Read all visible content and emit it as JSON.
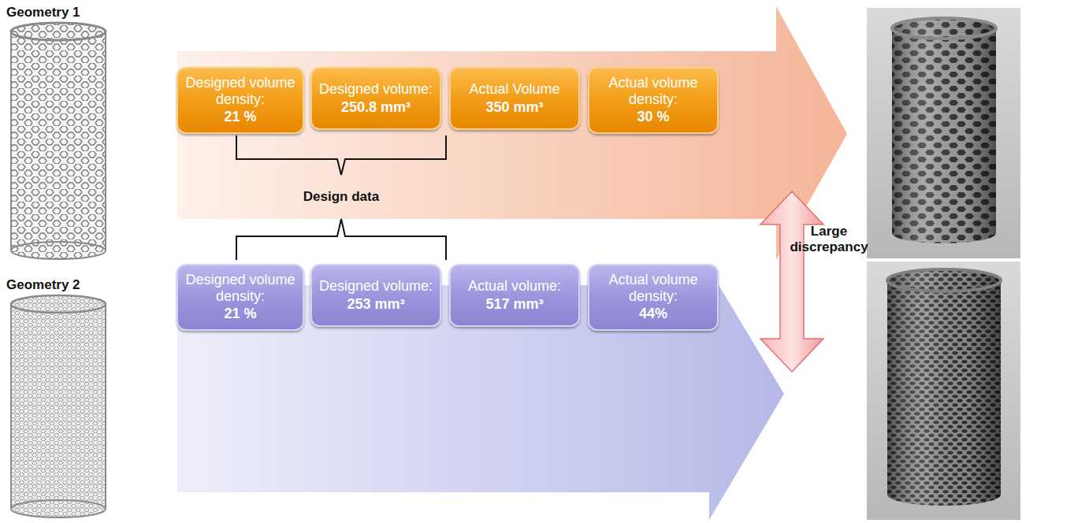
{
  "diagram": {
    "nodes": [
      {
        "text": [
          "Designed volume density:",
          "21 %"
        ]
      },
      {
        "text": [
          "Designed volume:",
          "250.8 mm³"
        ]
      },
      {
        "text": [
          "Actual Volume",
          "350 mm³"
        ]
      },
      {
        "text": [
          "Actual volume density:",
          "30 %"
        ]
      },
      {
        "text": [
          "Designed volume density:",
          "21 %"
        ]
      },
      {
        "text": [
          "Designed volume:",
          "253 mm³"
        ]
      },
      {
        "text": [
          "Actual volume:",
          "517 mm³"
        ]
      },
      {
        "text": [
          "Actual volume density:",
          "44%"
        ]
      }
    ],
    "labels": [
      "Geometry 1",
      "Geometry 2",
      "Design data",
      "Large discrepancy"
    ]
  }
}
